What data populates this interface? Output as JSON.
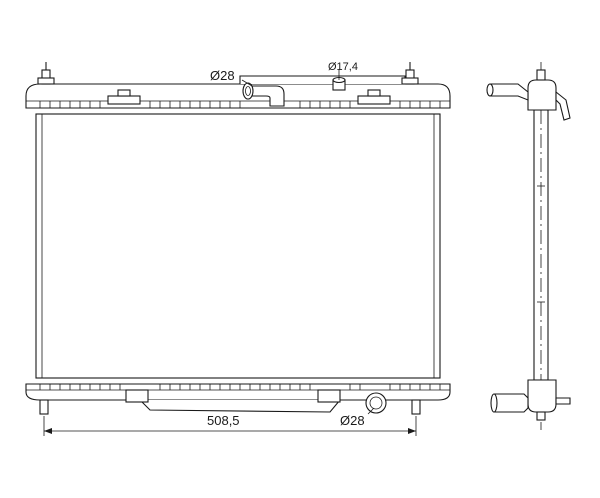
{
  "labels": {
    "upper_pipe_diameter": "Ø28",
    "filler_neck_diameter": "Ø17,4",
    "core_width": "508,5",
    "lower_pipe_diameter": "Ø28"
  },
  "colors": {
    "line": "#1a1a1a",
    "background": "#ffffff"
  }
}
